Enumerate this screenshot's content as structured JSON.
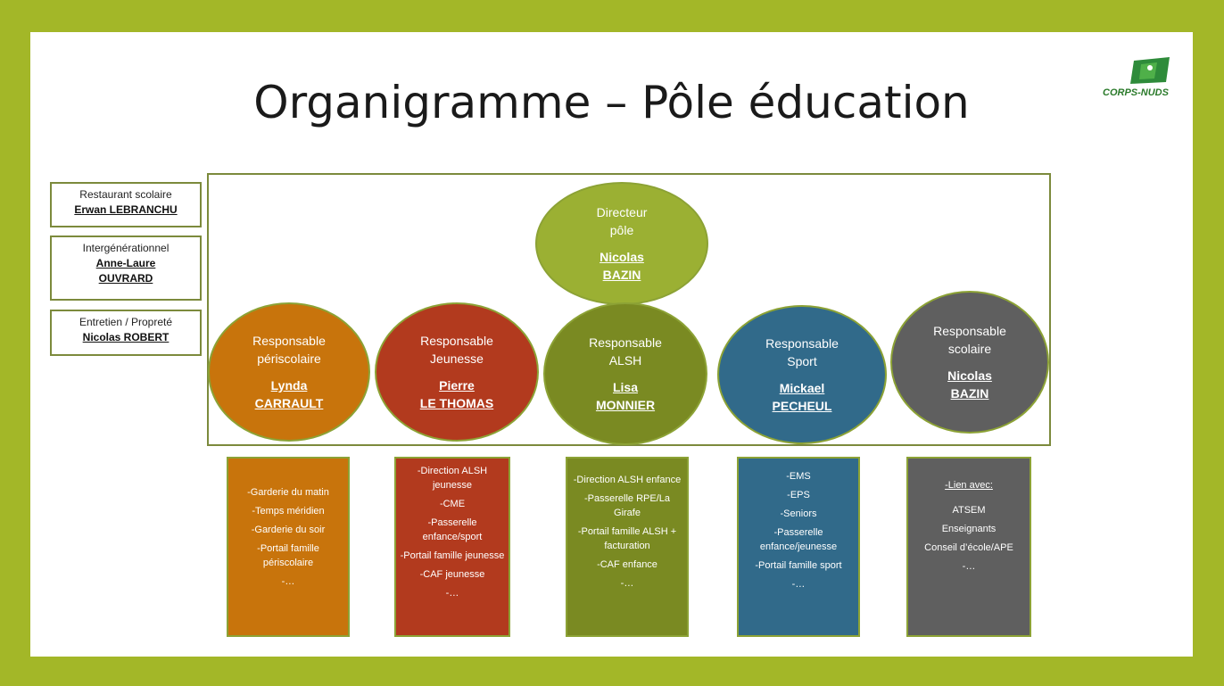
{
  "title": "Organigramme – Pôle éducation",
  "logo": {
    "text": "CORPS-NUDS"
  },
  "side_boxes": [
    {
      "role": "Restaurant scolaire",
      "name": "Erwan LEBRANCHU"
    },
    {
      "role": "Intergénérationnel",
      "name": "Anne-Laure OUVRARD"
    },
    {
      "role": "Entretien / Propreté",
      "name": "Nicolas ROBERT"
    }
  ],
  "director": {
    "role_1": "Directeur",
    "role_2": "pôle",
    "name_1": "Nicolas",
    "name_2": "BAZIN",
    "color": "#9bb033"
  },
  "managers": [
    {
      "role_1": "Responsable",
      "role_2": "périscolaire",
      "name_1": "Lynda",
      "name_2": "CARRAULT",
      "color": "#c8740c",
      "tasks": [
        "-Garderie du matin",
        "-Temps méridien",
        "-Garderie du soir",
        "-Portail famille périscolaire",
        "-…"
      ]
    },
    {
      "role_1": "Responsable",
      "role_2": "Jeunesse",
      "name_1": "Pierre",
      "name_2": "LE THOMAS",
      "color": "#b23a1e",
      "tasks": [
        "-Direction ALSH jeunesse",
        "-CME",
        "-Passerelle enfance/sport",
        "-Portail famille jeunesse",
        "-CAF jeunesse",
        "-…"
      ]
    },
    {
      "role_1": "Responsable",
      "role_2": "ALSH",
      "name_1": "Lisa",
      "name_2": "MONNIER",
      "color": "#7a8a22",
      "tasks": [
        "-Direction ALSH enfance",
        "-Passerelle RPE/La Girafe",
        "-Portail famille ALSH + facturation",
        "-CAF enfance",
        "-…"
      ]
    },
    {
      "role_1": "Responsable",
      "role_2": "Sport",
      "name_1": "Mickael",
      "name_2": "PECHEUL",
      "color": "#316a8a",
      "tasks": [
        "-EMS",
        "-EPS",
        "-Seniors",
        "-Passerelle enfance/jeunesse",
        "-Portail famille sport",
        "-…"
      ]
    },
    {
      "role_1": "Responsable",
      "role_2": "scolaire",
      "name_1": "Nicolas",
      "name_2": "BAZIN",
      "color": "#5f5f5f",
      "tasks_link": "-Lien avec:",
      "tasks": [
        "ATSEM",
        "Enseignants",
        "Conseil d’école/APE",
        "-…"
      ]
    }
  ],
  "frame_color": "#a3b728",
  "border_color": "#7c8a3c"
}
